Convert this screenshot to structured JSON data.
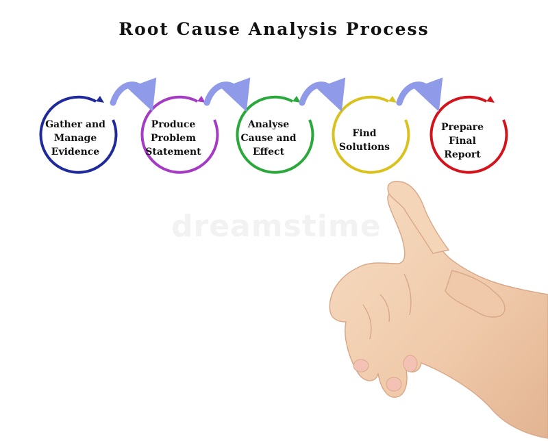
{
  "title": "Root Cause Analysis Process",
  "watermark": "dreamstime",
  "steps": [
    {
      "lines": [
        "Gather and",
        "Manage",
        "Evidence"
      ],
      "color": "#1f2a9c",
      "icon": "circular-arrow"
    },
    {
      "lines": [
        "Produce",
        "Problem",
        "Statement"
      ],
      "color": "#a53ac4",
      "icon": "circular-arrow"
    },
    {
      "lines": [
        "Analyse",
        "Cause and",
        "Effect"
      ],
      "color": "#2aa83a",
      "icon": "circular-arrow"
    },
    {
      "lines": [
        "Find",
        "Solutions"
      ],
      "color": "#d9c21e",
      "icon": "circular-arrow"
    },
    {
      "lines": [
        "Prepare",
        "Final",
        "Report"
      ],
      "color": "#d4141c",
      "icon": "circular-arrow"
    }
  ],
  "connector_color": "#8f9ae8",
  "connector_icon": "curved-arrow-right"
}
